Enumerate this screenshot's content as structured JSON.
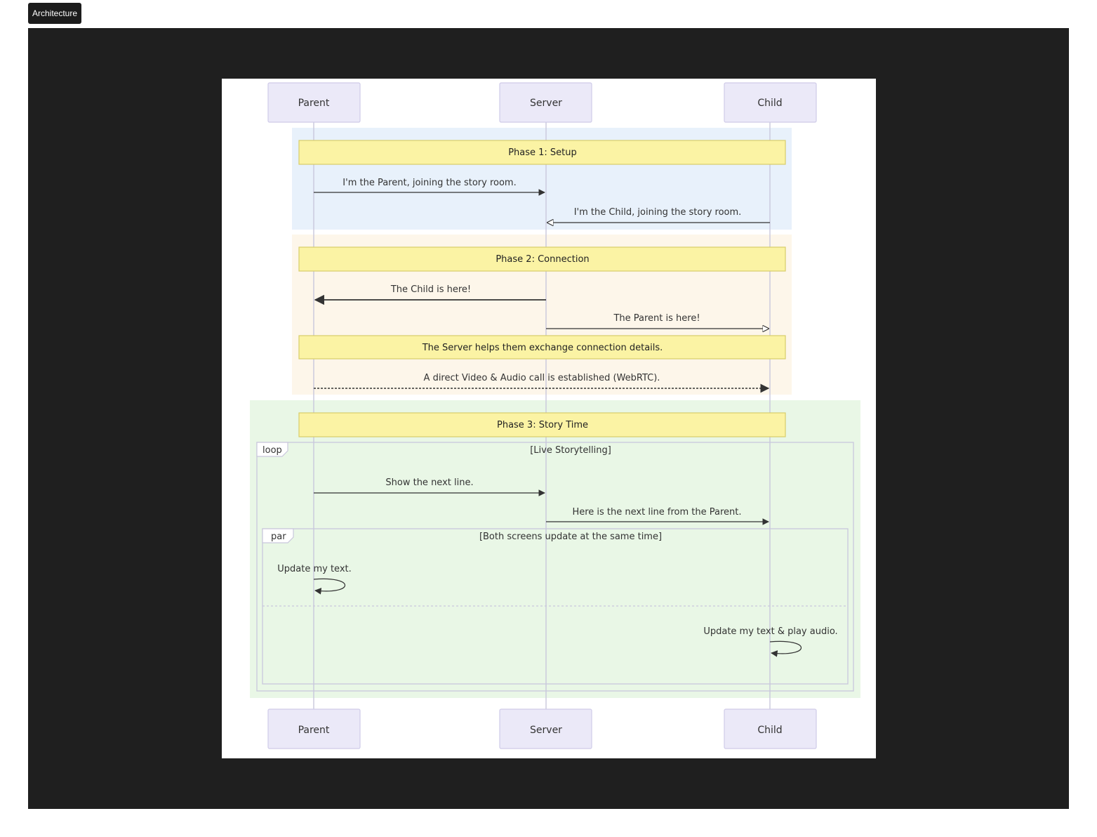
{
  "tab": {
    "label": "Architecture"
  },
  "actors": {
    "parent": "Parent",
    "server": "Server",
    "child": "Child"
  },
  "phases": {
    "setup": "Phase 1: Setup",
    "connection": "Phase 2: Connection",
    "story": "Phase 3: Story Time"
  },
  "messages": {
    "m1": "I'm the Parent, joining the story room.",
    "m2": "I'm the Child, joining the story room.",
    "m3": "The Child is here!",
    "m4": "The Parent is here!",
    "note_exchange": "The Server helps them exchange connection details.",
    "m5": "A direct Video & Audio call is established (WebRTC).",
    "m6": "Show the next line.",
    "m7": "Here is the next line from the Parent.",
    "self1": "Update my text.",
    "self2": "Update my text & play audio."
  },
  "blocks": {
    "loop_label": "loop",
    "loop_condition": "[Live Storytelling]",
    "par_label": "par",
    "par_condition": "[Both screens update at the same time]"
  },
  "colors": {
    "setup_bg": "#e8f1fb",
    "connection_bg": "#fdf6ea",
    "story_bg": "#e9f7e6",
    "note_fill": "#fbf3a4",
    "actor_fill": "#ebe9f8",
    "frame_bg": "#1f1f1f"
  }
}
